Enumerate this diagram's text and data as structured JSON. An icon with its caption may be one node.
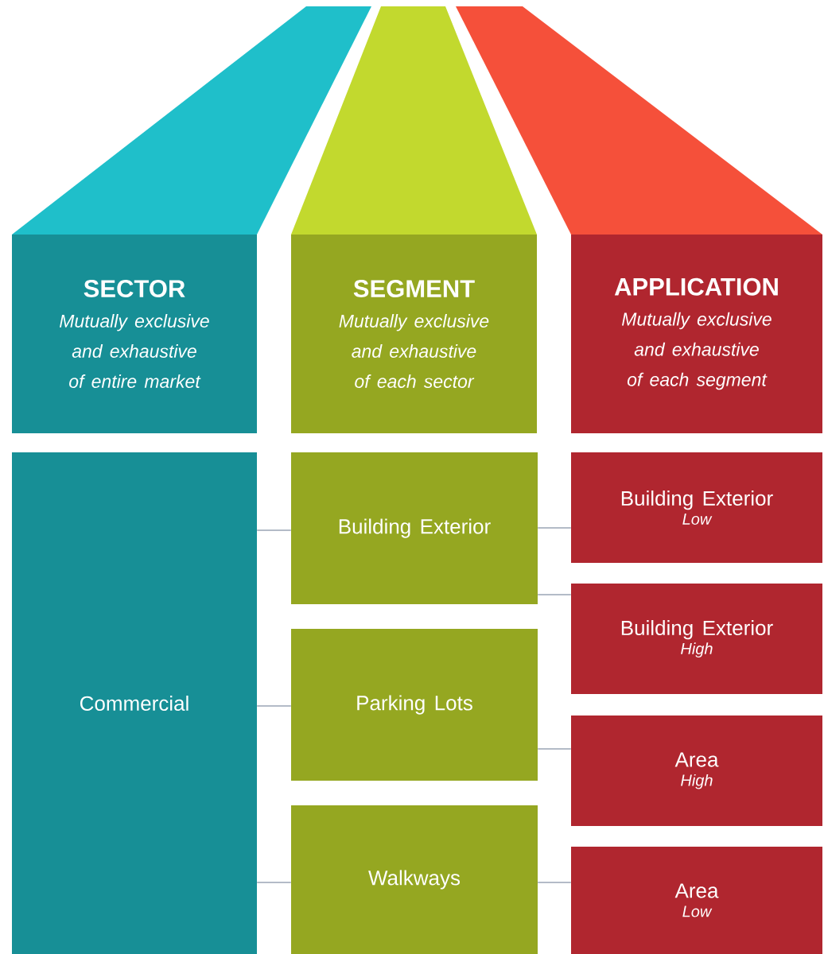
{
  "diagram": {
    "nodes": [
      {
        "text": [
          "SECTOR",
          "Mutually exclusive and exhaustive of entire market"
        ]
      },
      {
        "text": [
          "SEGMENT",
          "Mutually exclusive and exhaustive of each sector"
        ]
      },
      {
        "text": [
          "APPLICATION",
          "Mutually exclusive and exhaustive of each segment"
        ]
      },
      {
        "text": [
          "Commercial"
        ]
      },
      {
        "text": [
          "Building Exterior"
        ]
      },
      {
        "text": [
          "Parking Lots"
        ]
      },
      {
        "text": [
          "Walkways"
        ]
      },
      {
        "text": [
          "Building Exterior",
          "Low"
        ]
      },
      {
        "text": [
          "Building Exterior",
          "High"
        ]
      },
      {
        "text": [
          "Area",
          "High"
        ]
      },
      {
        "text": [
          "Area",
          "Low"
        ]
      }
    ],
    "edges": [
      {
        "from": 3,
        "to": 4,
        "arrow": "none"
      },
      {
        "from": 3,
        "to": 5,
        "arrow": "none"
      },
      {
        "from": 3,
        "to": 6,
        "arrow": "none"
      },
      {
        "from": 4,
        "to": 7,
        "arrow": "none"
      },
      {
        "from": 4,
        "to": 8,
        "arrow": "none"
      },
      {
        "from": 5,
        "to": 9,
        "arrow": "none"
      },
      {
        "from": 6,
        "to": 10,
        "arrow": "none"
      }
    ]
  }
}
